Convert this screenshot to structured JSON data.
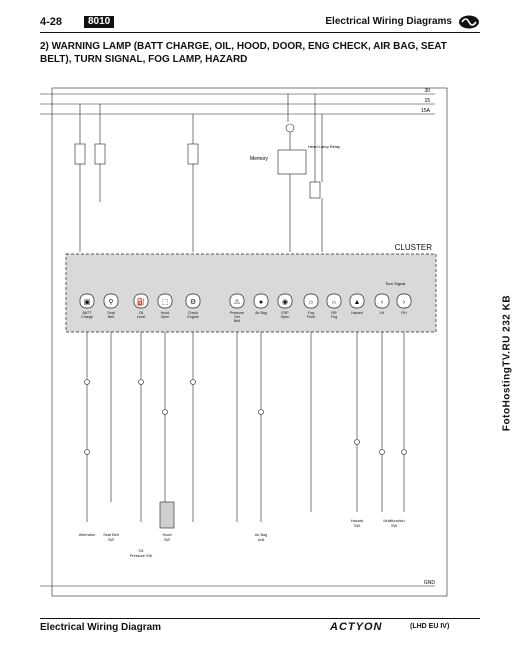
{
  "header": {
    "page_number": "4-28",
    "section_code": "8010",
    "title": "Electrical Wiring Diagrams",
    "logo_icon": "ssangyong-logo-icon"
  },
  "section_title": "2)  WARNING LAMP (BATT CHARGE, OIL, HOOD, DOOR, ENG CHECK, AIR BAG, SEAT BELT), TURN SIGNAL, FOG LAMP, HAZARD",
  "diagram": {
    "cluster_label": "CLUSTER",
    "lamp_labels": [
      {
        "line1": "BATT",
        "line2": "Charge",
        "line3": ""
      },
      {
        "line1": "Seat",
        "line2": "Belt",
        "line3": ""
      },
      {
        "line1": "Oil",
        "line2": "Level",
        "line3": ""
      },
      {
        "line1": "Hood",
        "line2": "Open",
        "line3": ""
      },
      {
        "line1": "Check",
        "line2": "Engine",
        "line3": ""
      },
      {
        "line1": "Pressure",
        "line2": "Set",
        "line3": "Belt"
      },
      {
        "line1": "Air Bag",
        "line2": "",
        "line3": ""
      },
      {
        "line1": "ESP",
        "line2": "Open",
        "line3": ""
      },
      {
        "line1": "Fog",
        "line2": "Front",
        "line3": ""
      },
      {
        "line1": "RR",
        "line2": "Fog",
        "line3": ""
      },
      {
        "line1": "Hazard",
        "line2": "",
        "line3": ""
      },
      {
        "line1": "LH",
        "line2": "",
        "line3": ""
      },
      {
        "line1": "RH",
        "line2": "",
        "line3": ""
      }
    ],
    "turn_signal_label": "Turn Signal",
    "terminal_labels": [
      "30",
      "15",
      "15A"
    ],
    "ground_label": "GND",
    "memory_label": "Memory",
    "head_lamp_relay_label": "Head Lamp Relay",
    "bottom_components": [
      {
        "line1": "Alternator",
        "line2": ""
      },
      {
        "line1": "Seat Belt",
        "line2": "SW"
      },
      {
        "line1": "Oil",
        "line2": "Pressure SW"
      },
      {
        "line1": "Hood",
        "line2": "SW"
      },
      {
        "line1": "Air Bag",
        "line2": "Unit"
      },
      {
        "line1": "Hazard",
        "line2": "SW"
      },
      {
        "line1": "Multifunction",
        "line2": "SW"
      }
    ]
  },
  "footer": {
    "left": "Electrical Wiring Diagram",
    "brand": "ACTYON",
    "variant": "(LHD  EU IV)"
  },
  "watermark": "FotoHostingTV.RU    232 KB"
}
